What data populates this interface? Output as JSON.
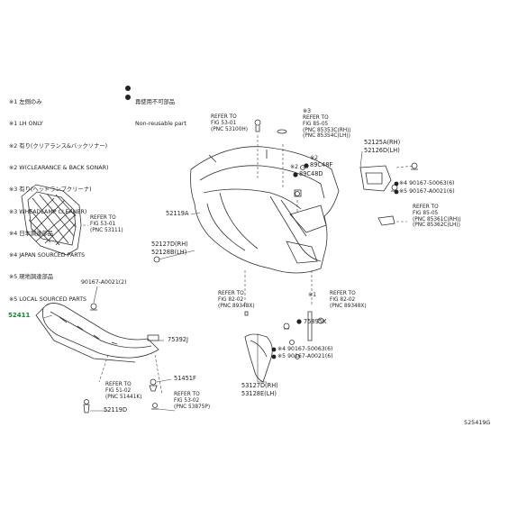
{
  "notes": {
    "lines": [
      "※1 左側のみ",
      "※1 LH ONLY",
      "※2 有り(クリアランス&バックソナー)",
      "※2 W(CLEARANCE & BACK SONAR)",
      "※3 有り(ヘッドランプクリーナ)",
      "※3 WHEADLAMP CLEANER)",
      "※4 日本調達部品",
      "※4 JAPAN SOURCED PARTS",
      "※5 現地調達部品",
      "※5 LOCAL SOURCED PARTS"
    ]
  },
  "legend": {
    "jp": "再使用不可部品",
    "en": "Non-reusable part"
  },
  "labels": {
    "p52411": "52411",
    "p52119A": "52119A",
    "p52127D": "52127D(RH)",
    "p52128B": "52128B(LH)",
    "p90167A": "90167-A0021(2)",
    "p75392J": "75392J",
    "p51451F": "51451F",
    "p52119D": "52119D",
    "p52125A": "52125A(RH)",
    "p52126D": "52126D(LH)",
    "p90167_5": "※4 90167-50063(6)",
    "p90167_0": "※5 90167-A0021(6)",
    "p89C48F": "89C48F",
    "p89C48D": "89C48D",
    "p75895K": "75895K",
    "p90167_5b": "※4 90167-50063(6)",
    "p90167_0b": "※5 90167-A0021(6)",
    "p53127D": "53127D(RH)",
    "p53128E": "53128E(LH)",
    "mark_s2a": "※2",
    "mark_s2b": "※2",
    "mark_s3": "※3",
    "mark_s1": "※1"
  },
  "refs": {
    "r1": "REFER TO\nFIG 53-01\n(PNC 53111)",
    "r2": "REFER TO\nFIG 53-01\n(PNC 53100H)",
    "r3": "REFER TO\nFIG 85-05\n(PNC 85353C(RH))\n(PNC 85354C(LH))",
    "r4": "REFER TO\nFIG 85-05\n(PNC 85361C(RH))\n(PNC 85362C(LH))",
    "r5": "REFER TO\nFIG 82-02\n(PNC 89348X)",
    "r6": "REFER TO\nFIG 82-02\n(PNC 89348X)",
    "r7": "REFER TO\nFIG 51-02\n(PNC 51441K)",
    "r8": "REFER TO\nFIG 53-02\n(PNC 53875P)"
  },
  "figure_id": "525419G",
  "colors": {
    "line": "#333333",
    "highlight": "#0a8a2a"
  }
}
